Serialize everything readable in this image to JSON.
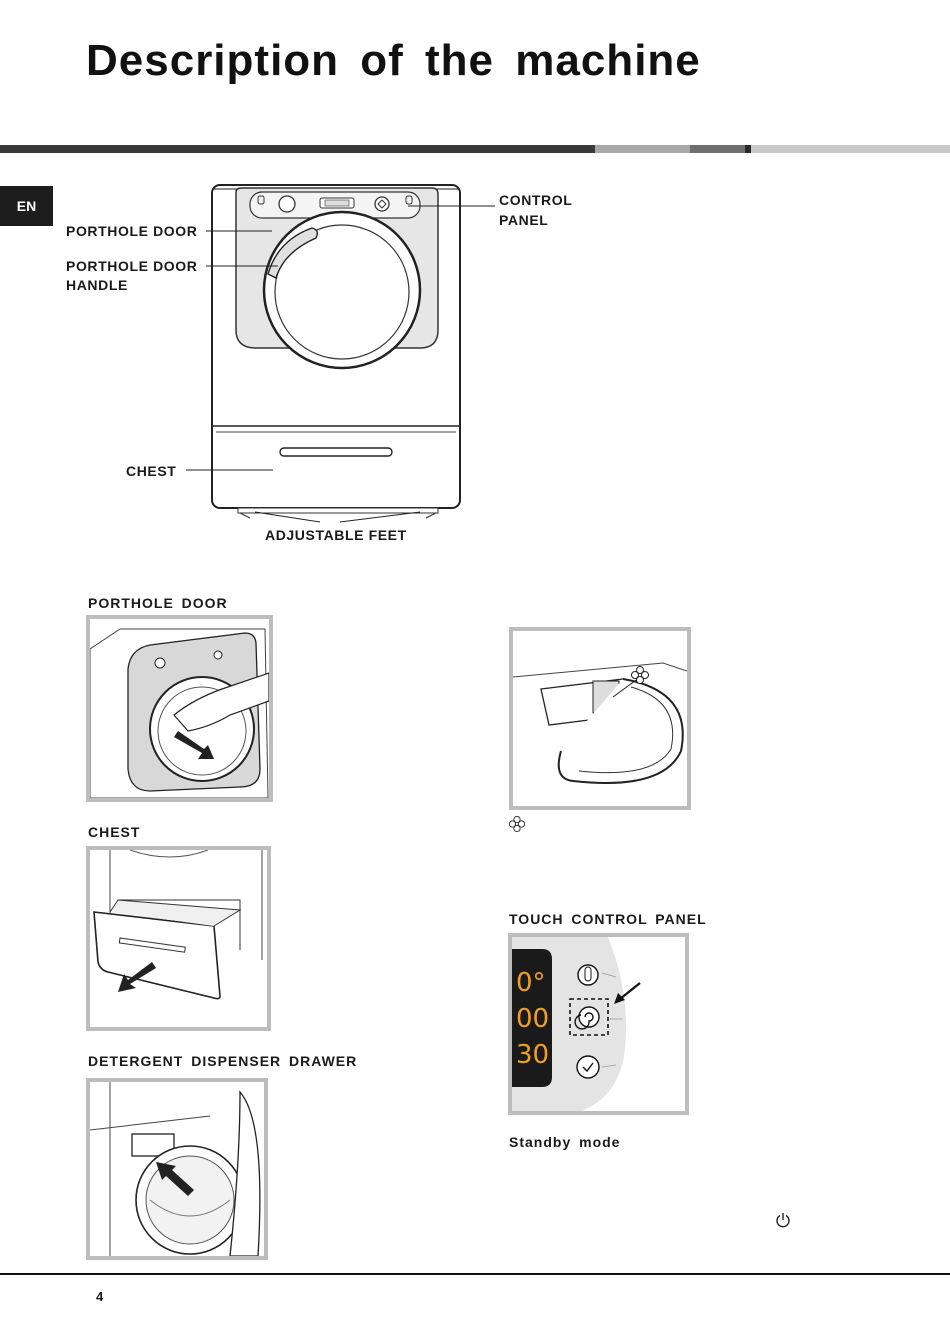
{
  "page": {
    "title": "Description of the machine",
    "language_tab": "EN",
    "page_number": "4",
    "rule_colors": [
      "#3a3a3a",
      "#a8a8a8",
      "#6e6e6e",
      "#2a2a2a",
      "#c8c8c8"
    ]
  },
  "machine_diagram": {
    "labels": {
      "porthole_door": "PORTHOLE DOOR",
      "porthole_door_handle_line1": "PORTHOLE DOOR",
      "porthole_door_handle_line2": "HANDLE",
      "chest": "CHEST",
      "adjustable_feet": "ADJUSTABLE FEET",
      "control_panel_line1": "CONTROL",
      "control_panel_line2": "PANEL"
    }
  },
  "sections": {
    "porthole_door": "PORTHOLE  DOOR",
    "chest": "CHEST",
    "detergent_drawer": "DETERGENT  DISPENSER  DRAWER",
    "touch_control_panel": "TOUCH  CONTROL  PANEL",
    "standby_mode": "Standby  mode"
  },
  "touch_panel_display": {
    "line1": "0°",
    "line2": "00",
    "line3": "30",
    "digit_color": "#f0a020"
  },
  "icons": {
    "softener": "flower-icon",
    "power": "power-icon"
  }
}
